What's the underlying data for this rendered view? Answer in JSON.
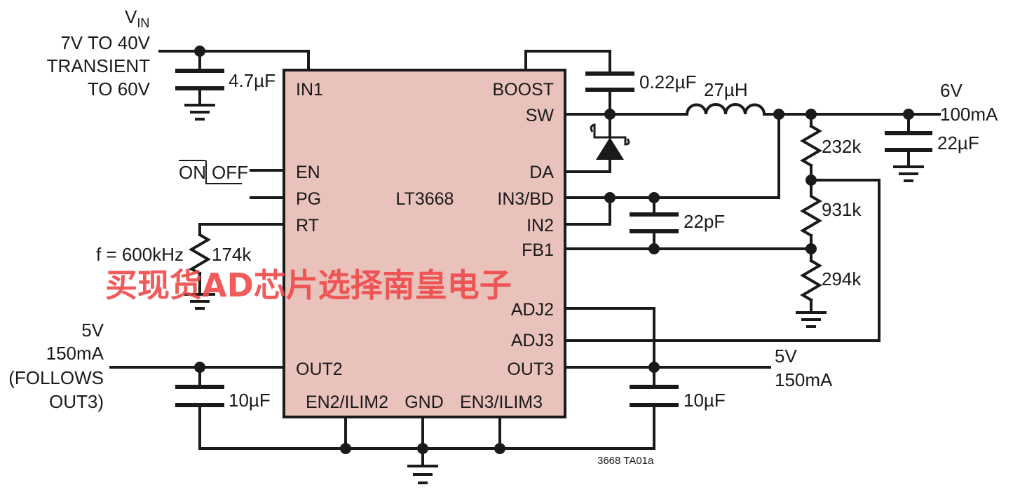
{
  "diagram": {
    "ic_name": "LT3668",
    "pins_left": [
      "IN1",
      "EN",
      "PG",
      "RT",
      "OUT2"
    ],
    "pins_right": [
      "BOOST",
      "SW",
      "DA",
      "IN3/BD",
      "IN2",
      "FB1",
      "ADJ2",
      "ADJ3",
      "OUT3"
    ],
    "pins_bottom": [
      "EN2/ILIM2",
      "GND",
      "EN3/ILIM3"
    ],
    "vin": {
      "symbol": "V",
      "subscript": "IN",
      "line1": "7V TO 40V",
      "line2": "TRANSIENT",
      "line3": "TO 60V"
    },
    "components": {
      "c_in": "4.7µF",
      "c_boost": "0.22µF",
      "inductor": "27µH",
      "c_out1": "22µF",
      "r_top": "232k",
      "r_mid": "931k",
      "r_bot": "294k",
      "c_ff": "22pF",
      "r_rt": "174k",
      "c_out2": "10µF",
      "c_out3": "10µF"
    },
    "on_label": "ON",
    "off_label": "OFF",
    "freq_label": "f = 600kHz",
    "out1": {
      "voltage": "6V",
      "current": "100mA"
    },
    "out2": {
      "voltage": "5V",
      "current": "150mA",
      "note1": "(FOLLOWS",
      "note2": "OUT3)"
    },
    "out3": {
      "voltage": "5V",
      "current": "150mA"
    },
    "figure_id": "3668 TA01a"
  },
  "watermark": "买现货AD芯片选择南皇电子",
  "colors": {
    "ic_fill": "#e8c2bb",
    "watermark": "#f04a4a",
    "line": "#1a1a1a"
  }
}
